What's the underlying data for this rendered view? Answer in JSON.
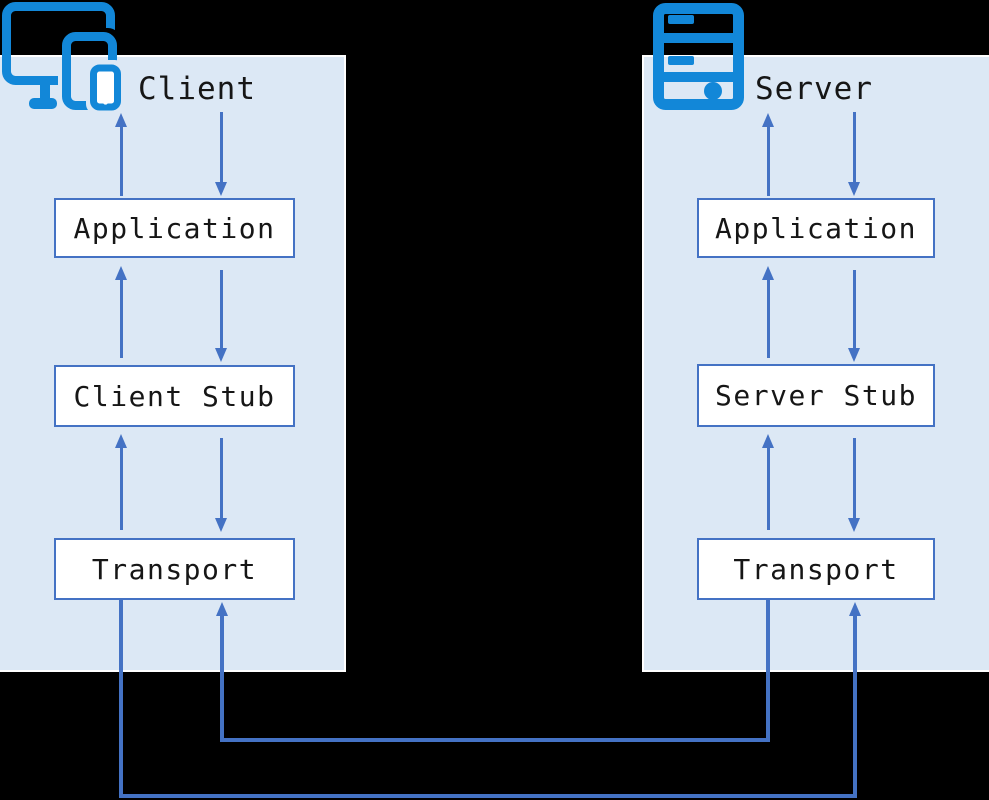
{
  "colors": {
    "background": "#000000",
    "panel_bg": "#dce8f5",
    "panel_border": "#ffffff",
    "accent_blue": "#4472c4",
    "icon_blue": "#1287d8",
    "box_bg": "#ffffff",
    "text": "#161616"
  },
  "client": {
    "title": "Client",
    "icon": "devices-icon",
    "layers": [
      {
        "label": "Application"
      },
      {
        "label": "Client Stub"
      },
      {
        "label": "Transport"
      }
    ]
  },
  "server": {
    "title": "Server",
    "icon": "server-icon",
    "layers": [
      {
        "label": "Application"
      },
      {
        "label": "Server Stub"
      },
      {
        "label": "Transport"
      }
    ]
  },
  "diagram": {
    "type": "rpc-flow",
    "edges": [
      {
        "from": "client.user",
        "to": "client.application",
        "direction": "down"
      },
      {
        "from": "client.application",
        "to": "client.user",
        "direction": "up"
      },
      {
        "from": "client.application",
        "to": "client.client_stub",
        "direction": "down"
      },
      {
        "from": "client.client_stub",
        "to": "client.application",
        "direction": "up"
      },
      {
        "from": "client.client_stub",
        "to": "client.transport",
        "direction": "down"
      },
      {
        "from": "client.transport",
        "to": "client.client_stub",
        "direction": "up"
      },
      {
        "from": "server.user",
        "to": "server.application",
        "direction": "down"
      },
      {
        "from": "server.application",
        "to": "server.user",
        "direction": "up"
      },
      {
        "from": "server.application",
        "to": "server.server_stub",
        "direction": "down"
      },
      {
        "from": "server.server_stub",
        "to": "server.application",
        "direction": "up"
      },
      {
        "from": "server.server_stub",
        "to": "server.transport",
        "direction": "down"
      },
      {
        "from": "server.transport",
        "to": "server.server_stub",
        "direction": "up"
      },
      {
        "from": "client.transport",
        "to": "server.transport",
        "route": "bottom-outer"
      },
      {
        "from": "server.transport",
        "to": "client.transport",
        "route": "bottom-inner"
      }
    ]
  }
}
